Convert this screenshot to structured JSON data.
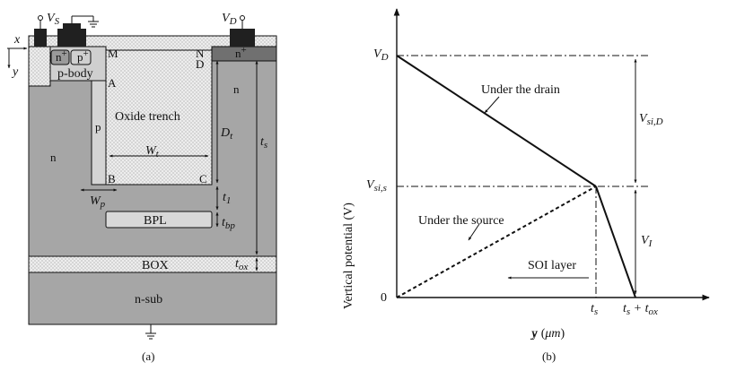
{
  "panel_a": {
    "caption": "(a)",
    "terminals": {
      "vs_main": "V",
      "vs_sub": "S",
      "vd_main": "V",
      "vd_sub": "D"
    },
    "axis_x": "x",
    "axis_y": "y",
    "regions": {
      "n_plus_source": "n",
      "n_plus_source_sup": "+",
      "p_plus": "p",
      "p_plus_sup": "+",
      "p_body": "p-body",
      "n_plus_drain": "n",
      "n_plus_drain_sup": "+",
      "n_drift_right": "n",
      "n_drift_left": "n",
      "p_strip": "p",
      "oxide_trench": "Oxide trench",
      "bpl": "BPL",
      "box": "BOX",
      "n_sub": "n-sub"
    },
    "points": {
      "m": "M",
      "a": "A",
      "b": "B",
      "c": "C",
      "n": "N",
      "d": "D"
    },
    "dims": {
      "wt": "W",
      "wt_sub": "t",
      "dt": "D",
      "dt_sub": "t",
      "ts": "t",
      "ts_sub": "s",
      "t1": "t",
      "t1_sub": "1",
      "tbp": "t",
      "tbp_sub": "bp",
      "wp": "W",
      "wp_sub": "p",
      "tox": "t",
      "tox_sub": "ox"
    }
  },
  "panel_b": {
    "caption": "(b)",
    "ylabel": "Vertical potential (V)",
    "xlabel_main": "y (",
    "xlabel_mu": "μm",
    "xlabel_end": ")",
    "origin": "0",
    "y_tick_vd": "V",
    "y_tick_vd_sub": "D",
    "y_tick_vsis": "V",
    "y_tick_vsis_sub": "si,s",
    "x_tick_ts": "t",
    "x_tick_ts_sub": "s",
    "x_tick_tstox": "t",
    "x_tick_tstox_sub": "s",
    "x_tick_plus": " + t",
    "x_tick_tox_sub": "ox",
    "vsid": "V",
    "vsid_sub": "si,D",
    "vi": "V",
    "vi_sub": "I",
    "curve_drain": "Under the drain",
    "curve_source": "Under the source",
    "soi_layer": "SOI layer"
  },
  "colors": {
    "dark_grey": "#a6a6a6",
    "light_grey": "#d4d4d4",
    "oxide_fill": "#ececec",
    "metal": "#202020",
    "line": "#111111"
  }
}
